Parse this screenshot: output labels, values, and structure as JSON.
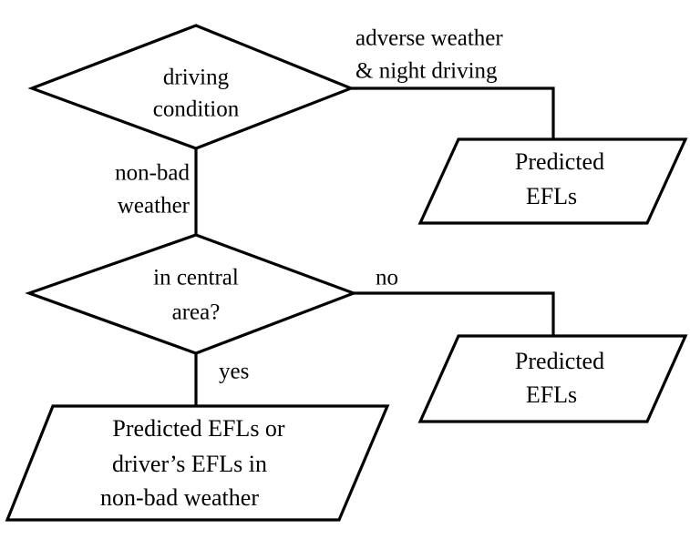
{
  "diagram": {
    "title": "driving condition decision flowchart",
    "background_color": "#ffffff",
    "stroke_color": "#000000",
    "text_color": "#000000",
    "nodes": [
      {
        "id": "decision-driving-condition",
        "shape": "diamond",
        "lines": [
          "driving",
          "condition"
        ]
      },
      {
        "id": "io-predicted-efls-adverse",
        "shape": "parallelogram",
        "lines": [
          "Predicted",
          "EFLs"
        ]
      },
      {
        "id": "decision-central-area",
        "shape": "diamond",
        "lines": [
          "in central",
          "area?"
        ]
      },
      {
        "id": "io-predicted-efls-no",
        "shape": "parallelogram",
        "lines": [
          "Predicted",
          "EFLs"
        ]
      },
      {
        "id": "io-predicted-efls-yes",
        "shape": "parallelogram",
        "lines": [
          "Predicted EFLs or",
          "driver’s EFLs in",
          "non-bad weather"
        ]
      }
    ],
    "edge_labels": [
      {
        "id": "edge-label-adverse",
        "lines": [
          "adverse weather",
          "& night driving"
        ]
      },
      {
        "id": "edge-label-non-bad-weather",
        "lines": [
          "non-bad",
          "weather"
        ]
      },
      {
        "id": "edge-label-no",
        "lines": [
          "no"
        ]
      },
      {
        "id": "edge-label-yes",
        "lines": [
          "yes"
        ]
      }
    ]
  }
}
